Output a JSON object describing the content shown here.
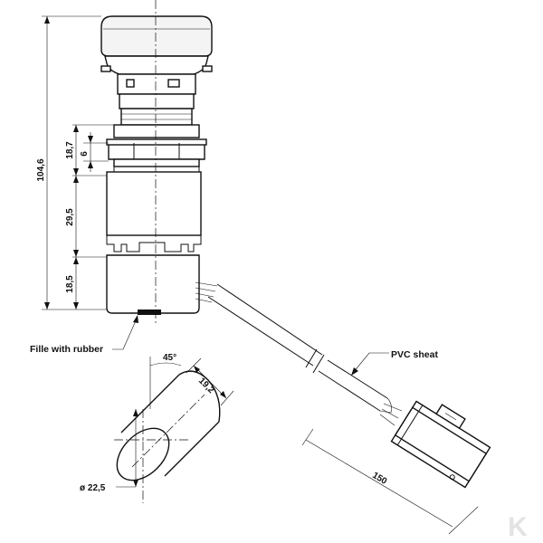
{
  "dimensions": {
    "overall_height": "104,6",
    "upper_section": "18,7",
    "nut_thickness": "6",
    "middle_section": "29,5",
    "lower_section": "18,5",
    "angle": "45°",
    "hole_length": "19,2",
    "diameter": "ø 22,5",
    "cable_length": "150"
  },
  "labels": {
    "fill_note": "Fille with rubber",
    "cable_note": "PVC sheat"
  },
  "watermark": "K"
}
